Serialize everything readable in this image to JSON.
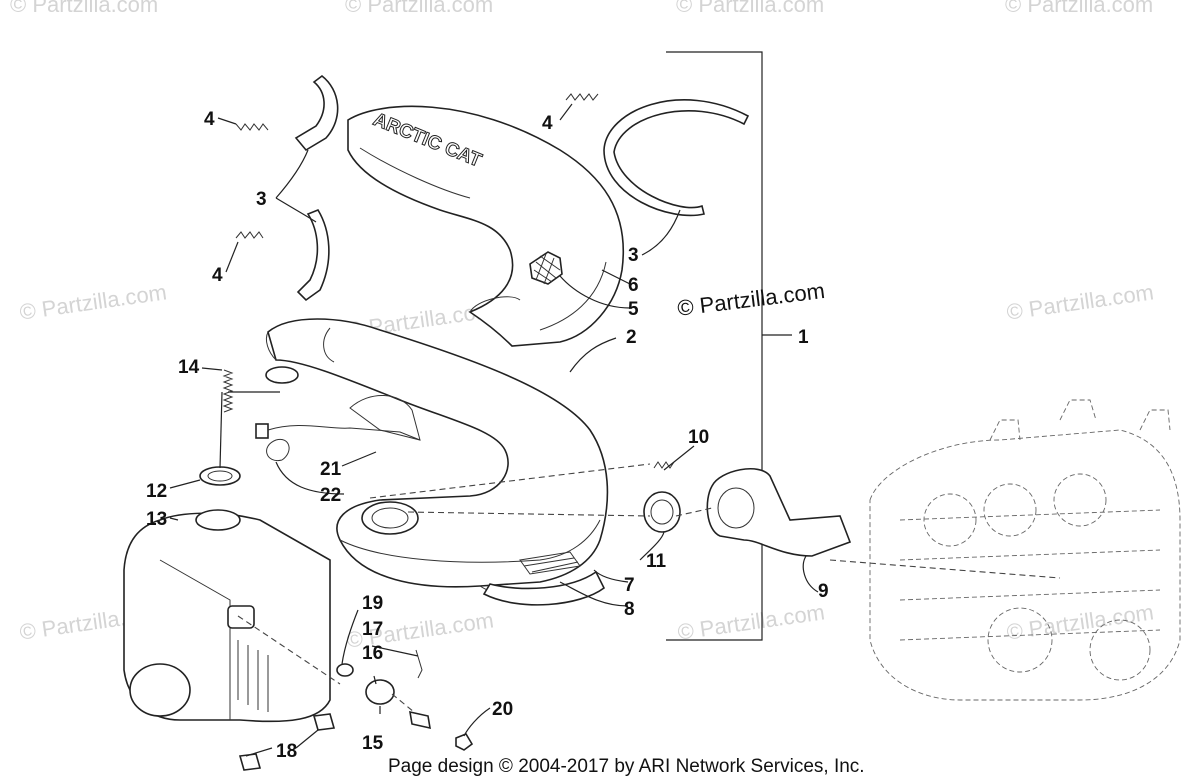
{
  "watermarks": {
    "top_1": "© Partzilla.com",
    "top_2": "© Partzilla.com",
    "top_3": "© Partzilla.com",
    "top_4": "© Partzilla.com",
    "mid_left": "© Partzilla.com",
    "mid_center": "© Partzilla.com",
    "mid_right": "© Partzilla.com",
    "low_left": "© Partzilla.com",
    "low_center": "© Partzilla.com",
    "low_center2": "© Partzilla.com",
    "low_right": "© Partzilla.com"
  },
  "copyright_main": "© Partzilla.com",
  "brand_on_part": "ARCTIC CAT",
  "callouts": [
    "1",
    "2",
    "3",
    "3",
    "4",
    "4",
    "4",
    "5",
    "6",
    "7",
    "8",
    "9",
    "10",
    "11",
    "12",
    "13",
    "14",
    "15",
    "16",
    "17",
    "18",
    "19",
    "20",
    "21",
    "22"
  ],
  "footer": "Page design © 2004-2017 by ARI Network Services, Inc."
}
